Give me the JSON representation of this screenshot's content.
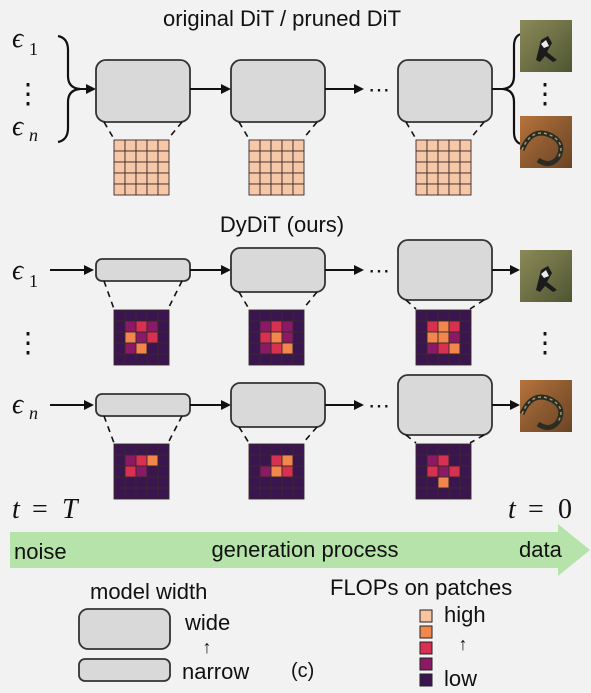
{
  "titles": {
    "top": "original DiT / pruned DiT",
    "middle": "DyDiT (ours)"
  },
  "inputs": {
    "first": {
      "symbol": "ϵ",
      "sub": "1"
    },
    "last": {
      "symbol": "ϵ",
      "sub": "n"
    },
    "vdots": "⋮"
  },
  "ellipsis": "⋯",
  "timeline": {
    "start_t": "t",
    "start_eq": "=",
    "start_T": "T",
    "end_t": "t",
    "end_eq": "=",
    "end_val": "0",
    "noise": "noise",
    "process": "generation process",
    "data": "data"
  },
  "legend": {
    "width_title": "model width",
    "wide": "wide",
    "narrow": "narrow",
    "arrow": "↑",
    "panel_label": "(c)",
    "flops_title": "FLOPs on patches",
    "high": "high",
    "low": "low",
    "flops_scale": [
      "#f7c3a0",
      "#f1874c",
      "#d83050",
      "#8a1a66",
      "#3b1550"
    ]
  },
  "colors": {
    "block_fill": "#d9d9d9",
    "block_stroke": "#333333",
    "uniform_patch": "#f7c8a8",
    "arrow_band": "#b6e3a9"
  },
  "patch_maps": {
    "legend_index": "0=high,1=mid-high,2=medium,3=mid-low,4=low",
    "row1": [
      [
        4,
        4,
        4,
        4,
        4,
        4,
        3,
        2,
        3,
        4,
        4,
        1,
        3,
        2,
        4,
        4,
        3,
        1,
        4,
        4,
        4,
        4,
        4,
        4,
        4
      ],
      [
        4,
        4,
        4,
        4,
        4,
        4,
        3,
        2,
        3,
        4,
        4,
        2,
        1,
        3,
        4,
        4,
        3,
        2,
        1,
        4,
        4,
        4,
        4,
        4,
        4
      ],
      [
        4,
        4,
        4,
        4,
        4,
        4,
        2,
        1,
        2,
        4,
        4,
        1,
        1,
        3,
        4,
        4,
        3,
        2,
        1,
        4,
        4,
        4,
        4,
        4,
        4
      ]
    ],
    "row2": [
      [
        4,
        4,
        4,
        4,
        4,
        4,
        3,
        2,
        1,
        4,
        4,
        2,
        3,
        4,
        4,
        4,
        4,
        4,
        4,
        4,
        4,
        4,
        4,
        4,
        4
      ],
      [
        4,
        4,
        4,
        4,
        4,
        4,
        4,
        2,
        1,
        4,
        4,
        3,
        1,
        2,
        4,
        4,
        4,
        4,
        4,
        4,
        4,
        4,
        4,
        4,
        4
      ],
      [
        4,
        4,
        4,
        4,
        4,
        4,
        3,
        2,
        4,
        4,
        4,
        2,
        3,
        2,
        4,
        4,
        4,
        1,
        4,
        4,
        4,
        4,
        4,
        4,
        4
      ]
    ]
  }
}
